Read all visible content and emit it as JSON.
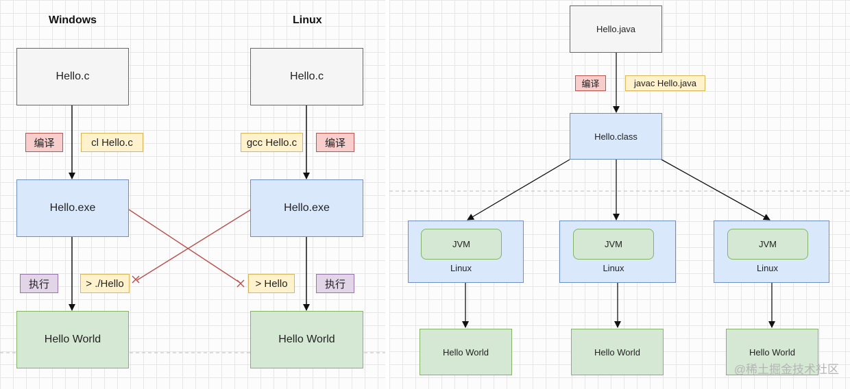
{
  "left": {
    "windows": {
      "title": "Windows",
      "source": "Hello.c",
      "compile_tag": "编译",
      "compile_cmd": "cl Hello.c",
      "binary": "Hello.exe",
      "run_tag": "执行",
      "run_cmd": "> ./Hello",
      "output": "Hello World"
    },
    "linux": {
      "title": "Linux",
      "source": "Hello.c",
      "compile_cmd": "gcc Hello.c",
      "compile_tag": "编译",
      "binary": "Hello.exe",
      "run_cmd": "> Hello",
      "run_tag": "执行",
      "output": "Hello World"
    }
  },
  "right": {
    "source": "Hello.java",
    "compile_tag": "编译",
    "compile_cmd": "javac Hello.java",
    "bytecode": "Hello.class",
    "platforms": [
      {
        "vm": "JVM",
        "os": "Linux",
        "output": "Hello World"
      },
      {
        "vm": "JVM",
        "os": "Linux",
        "output": "Hello World"
      },
      {
        "vm": "JVM",
        "os": "Linux",
        "output": "Hello World"
      }
    ]
  },
  "watermark": "@稀土掘金技术社区",
  "colors": {
    "gray_fill": "#f5f5f5",
    "blue_fill": "#dae8fc",
    "green_fill": "#d5e8d4",
    "red_fill": "#f8cecc",
    "yellow_fill": "#fff2cc",
    "purple_fill": "#e1d5e7",
    "cross_arrow": "#b85450"
  }
}
